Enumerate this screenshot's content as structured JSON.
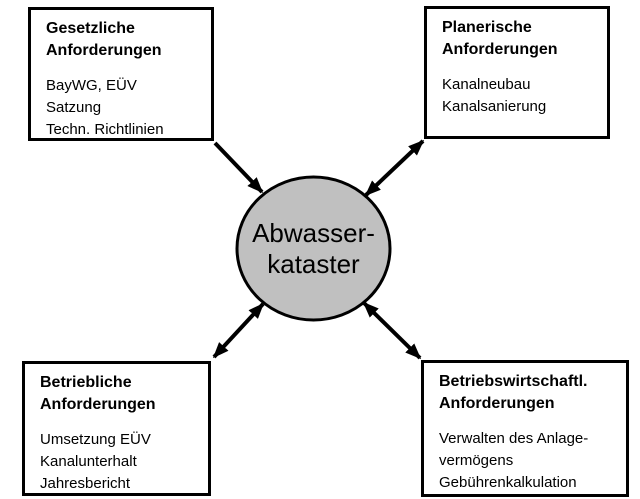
{
  "page": {
    "background": "#ffffff"
  },
  "diagram": {
    "center": {
      "label": "Abwasser-\nkataster",
      "fill": "#c0c0c0",
      "border_color": "#000000"
    },
    "connector_color": "#000000",
    "boxes": [
      {
        "id": "gesetzliche-anforderungen",
        "title": "Gesetzliche\nAnforderungen",
        "items": [
          "BayWG, EÜV",
          "Satzung",
          "Techn. Richtlinien"
        ]
      },
      {
        "id": "planerische-anforderungen",
        "title": "Planerische\nAnforderungen",
        "items": [
          "Kanalneubau",
          "Kanalsanierung"
        ]
      },
      {
        "id": "betriebliche-anforderungen",
        "title": "Betriebliche\nAnforderungen",
        "items": [
          "Umsetzung EÜV",
          "Kanalunterhalt",
          "Jahresbericht"
        ]
      },
      {
        "id": "betriebswirtschaftl-anforderungen",
        "title": "Betriebswirtschaftl.\nAnforderungen",
        "items": [
          "Verwalten des Anlage-\nvermögens",
          "Gebührenkalkulation"
        ]
      }
    ]
  }
}
